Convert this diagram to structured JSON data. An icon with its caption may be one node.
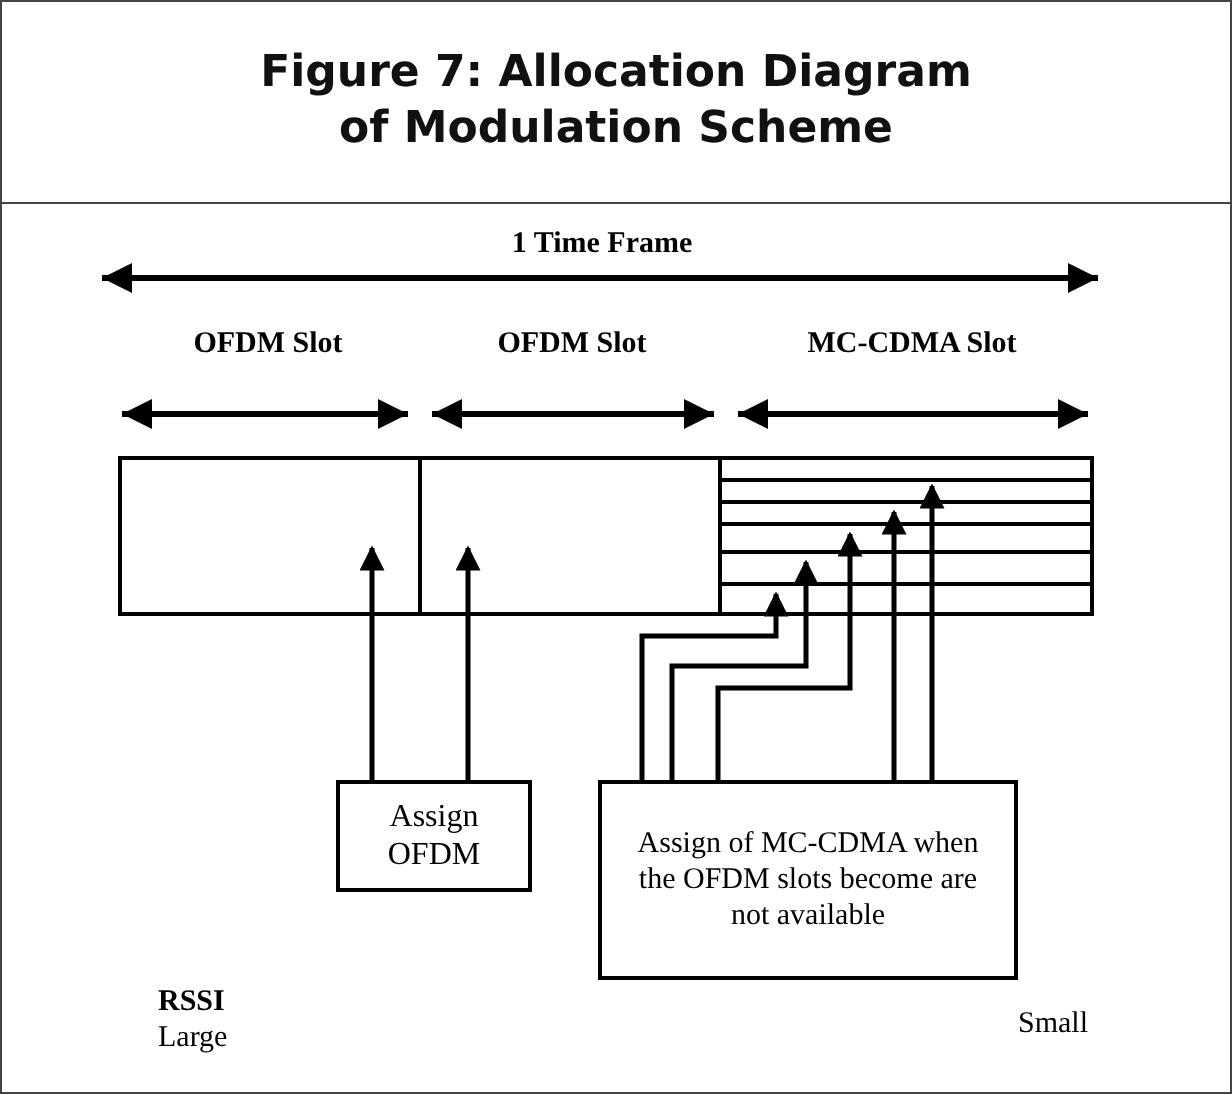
{
  "diagram": {
    "title": "Figure 7: Allocation Diagram of Modulation Scheme",
    "nodes": [
      {
        "text": [],
        "shape": "box"
      },
      {
        "text": [],
        "shape": "box"
      },
      {
        "text": [],
        "shape": "box"
      },
      {
        "text": [
          "Assign OFDM"
        ]
      },
      {
        "text": [
          "Assign of MC-CDMA when the OFDM slots become are not available"
        ]
      }
    ],
    "edges": [
      {
        "from": 3,
        "to": 0,
        "arrow": "to"
      },
      {
        "from": 3,
        "to": 1,
        "arrow": "to"
      },
      {
        "from": 4,
        "to": 2,
        "arrow": "to"
      },
      {
        "from": 4,
        "to": 2,
        "arrow": "to"
      },
      {
        "from": 4,
        "to": 2,
        "arrow": "to"
      },
      {
        "from": 4,
        "to": 2,
        "arrow": "to"
      },
      {
        "from": 4,
        "to": 2,
        "arrow": "to"
      }
    ],
    "labels": [
      "1 Time Frame",
      "OFDM Slot",
      "OFDM Slot",
      "MC-CDMA Slot",
      "RSSI",
      "Large",
      "Small"
    ]
  }
}
